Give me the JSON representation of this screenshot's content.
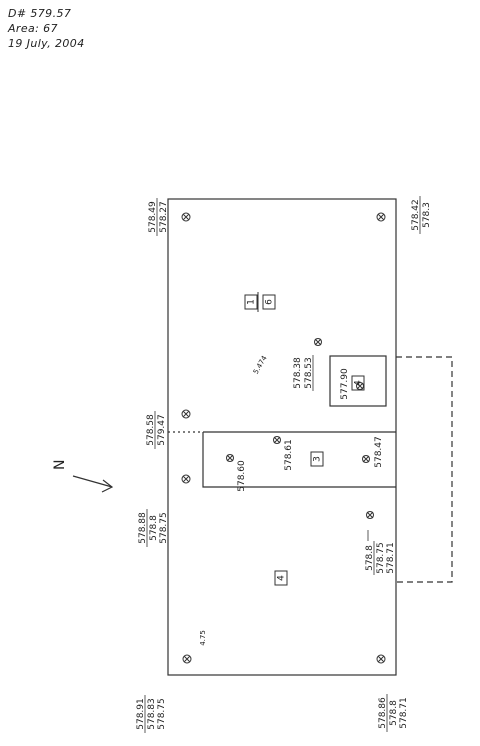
{
  "header": {
    "datum": "D# 579.57",
    "area": "Area: 67",
    "date": "19 July, 2004"
  },
  "north_label": "N",
  "units": {
    "main_unit": "1",
    "main_unit_sub": "6",
    "room_top_label": "4",
    "room_top_elev": "577.90",
    "mid_room_label": "3",
    "lower_unit_label": "4"
  },
  "elevations": {
    "top_left": [
      "578.49",
      "578.27"
    ],
    "top_right": [
      "578.42",
      "578.3"
    ],
    "mid_left_upper": [
      "578.58",
      "579.47"
    ],
    "mid_left_lower": [
      "578.88",
      "578.8",
      "578.75"
    ],
    "bottom_left": [
      "578.91",
      "578.83",
      "578.75"
    ],
    "bottom_right": [
      "578.86",
      "578.8",
      "578.71"
    ],
    "center_a": [
      "578.53",
      "578.38"
    ],
    "center_b": "578.60",
    "center_c": "578.61",
    "center_d": "578.47",
    "right_mid": [
      "578.8",
      "578.75",
      "578.71"
    ],
    "small_mark": "5.474",
    "small_mark_bottom": "4.75"
  }
}
